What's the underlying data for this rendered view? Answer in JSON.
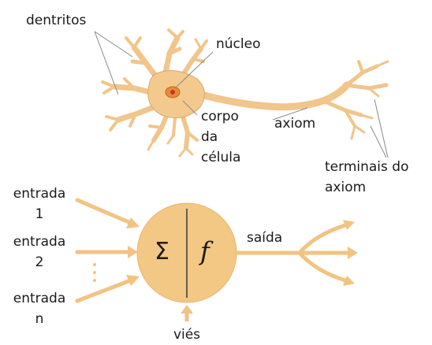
{
  "neuron": {
    "labels": {
      "dendrites": "dentritos",
      "nucleus": "núcleo",
      "cell_body_1": "corpo",
      "cell_body_2": "da",
      "cell_body_3": "célula",
      "axon": "axiom",
      "axon_terminals_1": "terminais do",
      "axon_terminals_2": "axiom"
    }
  },
  "perceptron": {
    "inputs": [
      {
        "line1": "entrada",
        "line2": "1"
      },
      {
        "line1": "entrada",
        "line2": "2"
      },
      {
        "line1": "entrada",
        "line2": "n"
      }
    ],
    "sum_symbol": "Σ",
    "activation_symbol": "f",
    "output_label": "saída",
    "bias_label": "viés"
  },
  "colors": {
    "cell_fill": "#f4c98e",
    "cell_stroke": "#c99a5a",
    "nucleus_fill": "#e98a3a",
    "nucleus_core": "#c0392b",
    "neuron_circle": "#f3c784",
    "arrow": "#f2c382",
    "callout": "#8a8a8a"
  }
}
